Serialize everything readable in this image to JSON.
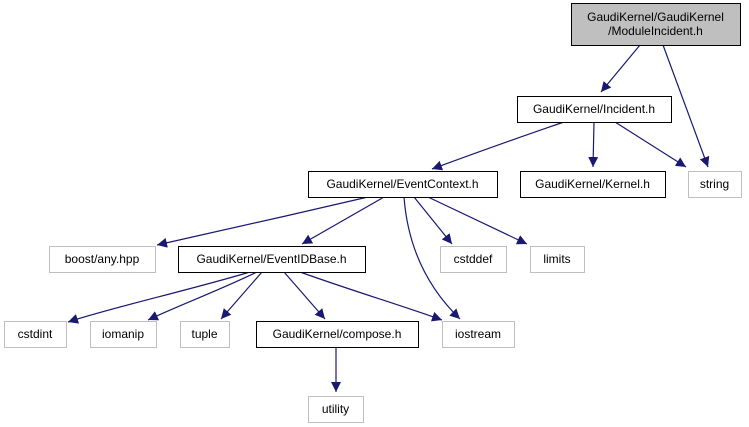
{
  "title": "GaudiKernel/GaudiKernel/ModuleIncident.h include dependency graph",
  "colors": {
    "edge": "#191970",
    "root_fill": "#bfbfbf",
    "documented_border": "#000000",
    "external_border": "#bfbfbf",
    "node_fill": "#ffffff"
  },
  "nodes": [
    {
      "id": "moduleincident",
      "lines": [
        "GaudiKernel/GaudiKernel",
        "/ModuleIncident.h"
      ],
      "kind": "root"
    },
    {
      "id": "incident",
      "lines": [
        "GaudiKernel/Incident.h"
      ],
      "kind": "documented"
    },
    {
      "id": "string",
      "lines": [
        "string"
      ],
      "kind": "external"
    },
    {
      "id": "eventcontext",
      "lines": [
        "GaudiKernel/EventContext.h"
      ],
      "kind": "documented"
    },
    {
      "id": "kernel",
      "lines": [
        "GaudiKernel/Kernel.h"
      ],
      "kind": "documented"
    },
    {
      "id": "boostany",
      "lines": [
        "boost/any.hpp"
      ],
      "kind": "external"
    },
    {
      "id": "eventidbase",
      "lines": [
        "GaudiKernel/EventIDBase.h"
      ],
      "kind": "documented"
    },
    {
      "id": "cstddef",
      "lines": [
        "cstddef"
      ],
      "kind": "external"
    },
    {
      "id": "limits",
      "lines": [
        "limits"
      ],
      "kind": "external"
    },
    {
      "id": "cstdint",
      "lines": [
        "cstdint"
      ],
      "kind": "external"
    },
    {
      "id": "iomanip",
      "lines": [
        "iomanip"
      ],
      "kind": "external"
    },
    {
      "id": "tuple",
      "lines": [
        "tuple"
      ],
      "kind": "external"
    },
    {
      "id": "compose",
      "lines": [
        "GaudiKernel/compose.h"
      ],
      "kind": "documented"
    },
    {
      "id": "iostream",
      "lines": [
        "iostream"
      ],
      "kind": "external"
    },
    {
      "id": "utility",
      "lines": [
        "utility"
      ],
      "kind": "external"
    }
  ],
  "edges": [
    {
      "from": "moduleincident",
      "to": "incident"
    },
    {
      "from": "moduleincident",
      "to": "string"
    },
    {
      "from": "incident",
      "to": "eventcontext"
    },
    {
      "from": "incident",
      "to": "kernel"
    },
    {
      "from": "incident",
      "to": "string"
    },
    {
      "from": "eventcontext",
      "to": "boostany"
    },
    {
      "from": "eventcontext",
      "to": "eventidbase"
    },
    {
      "from": "eventcontext",
      "to": "cstddef"
    },
    {
      "from": "eventcontext",
      "to": "limits"
    },
    {
      "from": "eventcontext",
      "to": "iostream"
    },
    {
      "from": "eventidbase",
      "to": "cstdint"
    },
    {
      "from": "eventidbase",
      "to": "iomanip"
    },
    {
      "from": "eventidbase",
      "to": "tuple"
    },
    {
      "from": "eventidbase",
      "to": "compose"
    },
    {
      "from": "eventidbase",
      "to": "iostream"
    },
    {
      "from": "compose",
      "to": "utility"
    }
  ]
}
